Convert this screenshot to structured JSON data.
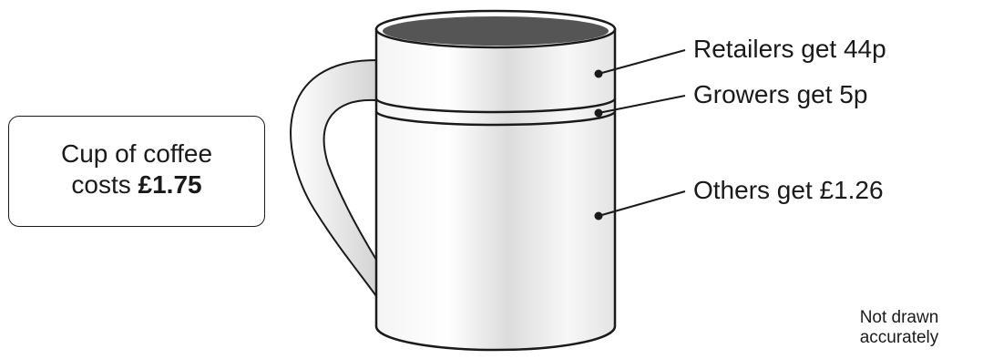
{
  "box": {
    "line1": "Cup of coffee",
    "line2_prefix": "costs ",
    "price": "£1.75"
  },
  "labels": {
    "retailers": "Retailers get 44p",
    "growers": "Growers get 5p",
    "others": "Others get £1.26"
  },
  "note": {
    "line1": "Not drawn",
    "line2": "accurately"
  },
  "colors": {
    "outline": "#1a1a1a",
    "mug_interior": "#555555",
    "mug_shade": "#d9d9d9"
  }
}
